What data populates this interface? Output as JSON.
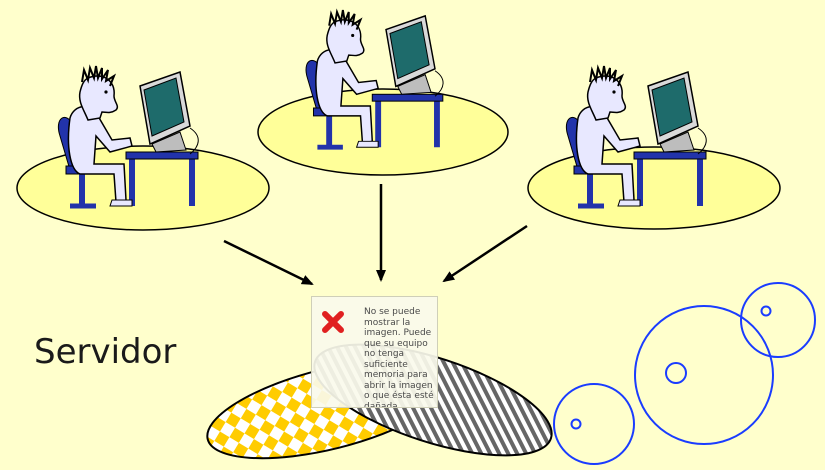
{
  "server": {
    "label": "Servidor"
  },
  "broken_image": {
    "message": "No se puede\nmostrar la\nimagen. Puede\nque su equipo\nno tenga\nsuficiente\nmemoria para\nabrir la imagen\no que ésta esté\ndañada.",
    "icon": "red-x-icon"
  },
  "clients": [
    {
      "name": "client-1",
      "icon": "person-at-computer"
    },
    {
      "name": "client-2",
      "icon": "person-at-computer"
    },
    {
      "name": "client-3",
      "icon": "person-at-computer"
    }
  ],
  "colors": {
    "background": "#ffffcc",
    "platform": "#ffff99",
    "monitor_screen": "#1e6b6b",
    "chair": "#2233aa",
    "person": "#e8e8ff",
    "checker": "#ffcc00",
    "bubble": "#1a3cff"
  }
}
